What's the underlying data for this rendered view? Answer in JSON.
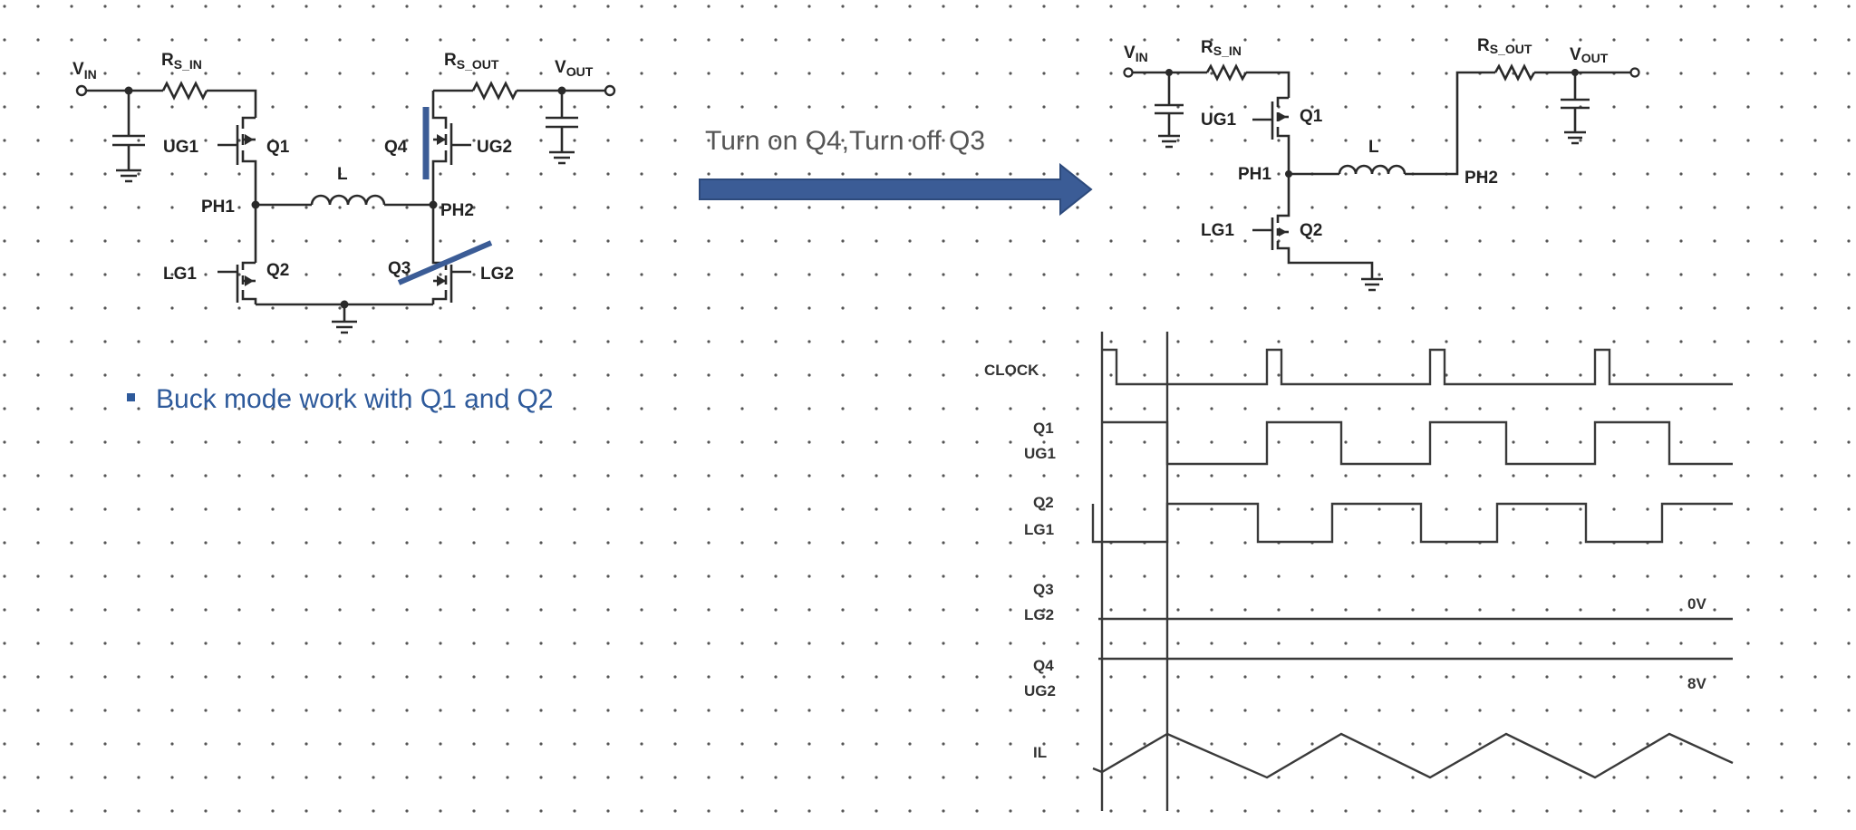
{
  "left_circuit": {
    "vin": {
      "main": "V",
      "sub": "IN"
    },
    "rs_in": {
      "main": "R",
      "sub": "S_IN"
    },
    "rs_out": {
      "main": "R",
      "sub": "S_OUT"
    },
    "vout": {
      "main": "V",
      "sub": "OUT"
    },
    "ug1": "UG1",
    "q1": "Q1",
    "q4": "Q4",
    "ug2": "UG2",
    "ph1": "PH1",
    "ph2": "PH2",
    "inductor": "L",
    "lg1": "LG1",
    "q2": "Q2",
    "q3": "Q3",
    "lg2": "LG2"
  },
  "arrow_label": "Turn on Q4,Turn off Q3",
  "bullet_text": "Buck mode work with Q1 and Q2",
  "right_circuit": {
    "vin": {
      "main": "V",
      "sub": "IN"
    },
    "rs_in": {
      "main": "R",
      "sub": "S_IN"
    },
    "rs_out": {
      "main": "R",
      "sub": "S_OUT"
    },
    "vout": {
      "main": "V",
      "sub": "OUT"
    },
    "ug1": "UG1",
    "q1": "Q1",
    "inductor": "L",
    "ph1": "PH1",
    "ph2": "PH2",
    "lg1": "LG1",
    "q2": "Q2"
  },
  "timing": {
    "clock": "CLOCK",
    "q1": "Q1",
    "ug1": "UG1",
    "q2": "Q2",
    "lg1": "LG1",
    "q3": "Q3",
    "lg2": "LG2",
    "q4": "Q4",
    "ug2": "UG2",
    "il": "IL",
    "lg2_level": "0V",
    "ug2_level": "8V"
  },
  "colors": {
    "accent_blue": "#3b5c96",
    "text_blue": "#2e5a9b",
    "line": "#2a2a2a"
  }
}
